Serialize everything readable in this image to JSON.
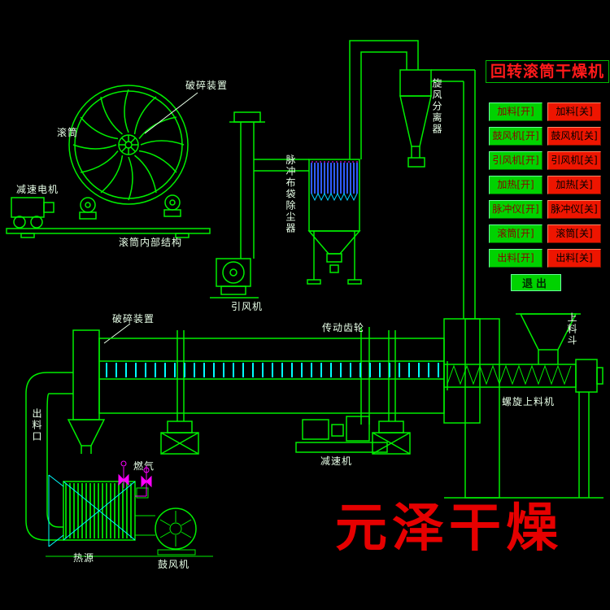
{
  "title": "回转滚筒干燥机",
  "watermark": "元泽干燥",
  "panel": {
    "on_buttons": [
      "加料[开]",
      "鼓风机[开]",
      "引风机[开]",
      "加热[开]",
      "脉冲仪[开]",
      "滚筒[开]",
      "出料[开]"
    ],
    "off_buttons": [
      "加料[关]",
      "鼓风机[关]",
      "引风机[关]",
      "加热[关]",
      "脉冲仪[关]",
      "滚筒[关]",
      "出料[关]"
    ],
    "exit_label": "退出"
  },
  "labels": {
    "crusher_top": "破碎装置",
    "drum": "滚筒",
    "gear_motor": "减速电机",
    "drum_internal": "滚筒内部结构",
    "pulse_bag_filter": "脉冲布袋除尘器",
    "cyclone_separator": "旋风分离器",
    "induced_draft_fan": "引风机",
    "crusher_main": "破碎装置",
    "drive_gear": "传动齿轮",
    "reducer": "减速机",
    "feed_hopper": "上料斗",
    "screw_feeder": "螺旋上料机",
    "discharge_port": "出料口",
    "gas": "燃气",
    "heat_source": "热源",
    "blower_fan": "鼓风机"
  },
  "colors": {
    "line_green": "#00ee00",
    "accent_cyan": "#00ffff",
    "hatch_blue": "#2f5cff",
    "valve_magenta": "#ff00ff",
    "title_red": "#ff1a1a",
    "button_on_green": "#00d200",
    "button_off_red": "#ee1500"
  }
}
